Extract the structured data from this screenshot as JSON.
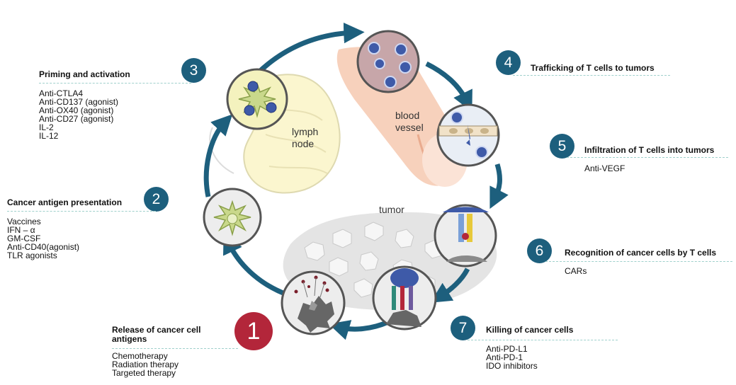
{
  "colors": {
    "badge": "#1d5f7d",
    "badge_first": "#b3263a",
    "arrow": "#1d5f7d",
    "rule": "#9fd0cc"
  },
  "labels": {
    "lymph_node": "lymph\nnode",
    "blood_vessel": "blood\nvessel",
    "tumor": "tumor"
  },
  "steps": [
    {
      "number": "1",
      "title": "Release of cancer cell\nantigens",
      "items": [
        "Chemotherapy",
        "Radiation therapy",
        "Targeted therapy"
      ]
    },
    {
      "number": "2",
      "title": "Cancer antigen presentation",
      "items": [
        "Vaccines",
        "IFN – α",
        "GM-CSF",
        "Anti-CD40(agonist)",
        "TLR agonists"
      ]
    },
    {
      "number": "3",
      "title": "Priming and activation",
      "items": [
        "Anti-CTLA4",
        "Anti-CD137 (agonist)",
        "Anti-OX40 (agonist)",
        "Anti-CD27 (agonist)",
        "IL-2",
        "IL-12"
      ]
    },
    {
      "number": "4",
      "title": "Trafficking of T cells to tumors",
      "items": []
    },
    {
      "number": "5",
      "title": "Infiltration of T cells into tumors",
      "items": [
        "Anti-VEGF"
      ]
    },
    {
      "number": "6",
      "title": "Recognition of cancer cells by T cells",
      "items": [
        "CARs"
      ]
    },
    {
      "number": "7",
      "title": "Killing of cancer cells",
      "items": [
        "Anti-PD-L1",
        "Anti-PD-1",
        "IDO inhibitors"
      ]
    }
  ]
}
